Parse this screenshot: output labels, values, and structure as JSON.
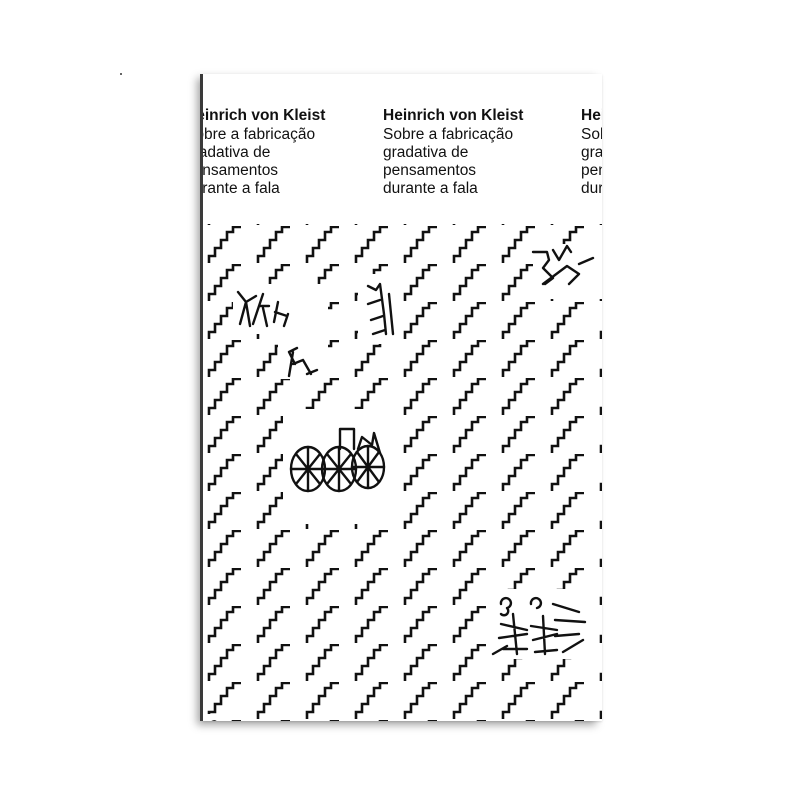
{
  "cover": {
    "author": "Heinrich von Kleist",
    "title_lines": [
      "Sobre a fabricação",
      "gradativa de",
      "pensamentos",
      "durante a fala"
    ]
  },
  "colors": {
    "ink": "#111111",
    "paper": "#ffffff"
  }
}
